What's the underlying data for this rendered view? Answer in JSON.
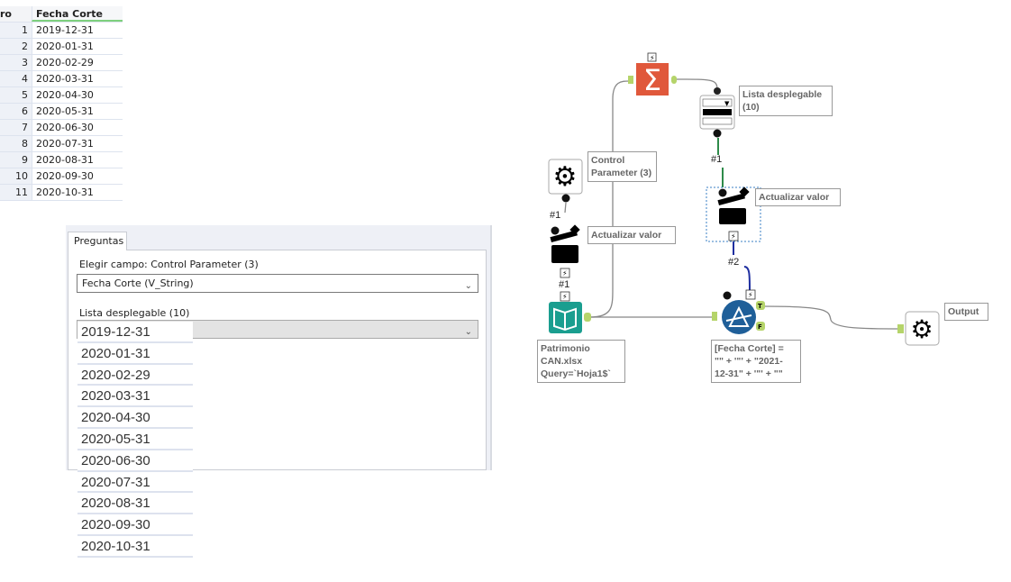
{
  "results_grid": {
    "columns": [
      "ro",
      "Fecha Corte"
    ],
    "rows": [
      [
        "1",
        "2019-12-31"
      ],
      [
        "2",
        "2020-01-31"
      ],
      [
        "3",
        "2020-02-29"
      ],
      [
        "4",
        "2020-03-31"
      ],
      [
        "5",
        "2020-04-30"
      ],
      [
        "6",
        "2020-05-31"
      ],
      [
        "7",
        "2020-06-30"
      ],
      [
        "8",
        "2020-07-31"
      ],
      [
        "9",
        "2020-08-31"
      ],
      [
        "10",
        "2020-09-30"
      ],
      [
        "11",
        "2020-10-31"
      ]
    ]
  },
  "questions_panel": {
    "tab": "Preguntas",
    "field1_label": "Elegir campo: Control Parameter (3)",
    "field1_value": "Fecha Corte (V_String)",
    "field2_label": "Lista desplegable (10)",
    "dropdown_options": [
      "2019-12-31",
      "2020-01-31",
      "2020-02-29",
      "2020-03-31",
      "2020-04-30",
      "2020-05-31",
      "2020-06-30",
      "2020-07-31",
      "2020-08-31",
      "2020-09-30",
      "2020-10-31"
    ]
  },
  "workflow": {
    "nodes": {
      "control_param": {
        "label": "Control Parameter (3)",
        "icon": "gear-icon"
      },
      "update_value_1": {
        "label": "Actualizar valor",
        "icon": "clapperboard-icon"
      },
      "input": {
        "label1": "Patrimonio",
        "label2": "CAN.xlsx",
        "label3": "Query=`Hoja1$`",
        "icon": "book-icon"
      },
      "summarize": {
        "icon": "sigma-icon"
      },
      "dropdown": {
        "label": "Lista desplegable (10)",
        "icon": "dropdown-list-icon"
      },
      "update_value_2": {
        "label": "Actualizar valor",
        "icon": "clapperboard-icon"
      },
      "filter": {
        "label1": "[Fecha Corte] =",
        "label2": "\"\" + '\"' + \"2021-",
        "label3": "12-31\" + '\"' + \"\"",
        "icon": "filter-icon"
      },
      "output": {
        "label": "Output",
        "icon": "macro-output-icon"
      }
    },
    "tags": {
      "c1": "#1",
      "c2": "#1",
      "c3": "#1",
      "c4": "#2"
    },
    "colors": {
      "summarize": "#e0583b",
      "input": "#1a9e8f",
      "filter": "#1f5f99",
      "anchor": "#b5d46a",
      "q_line": "#2e8b4a",
      "action_line": "#1f2fa0"
    }
  }
}
